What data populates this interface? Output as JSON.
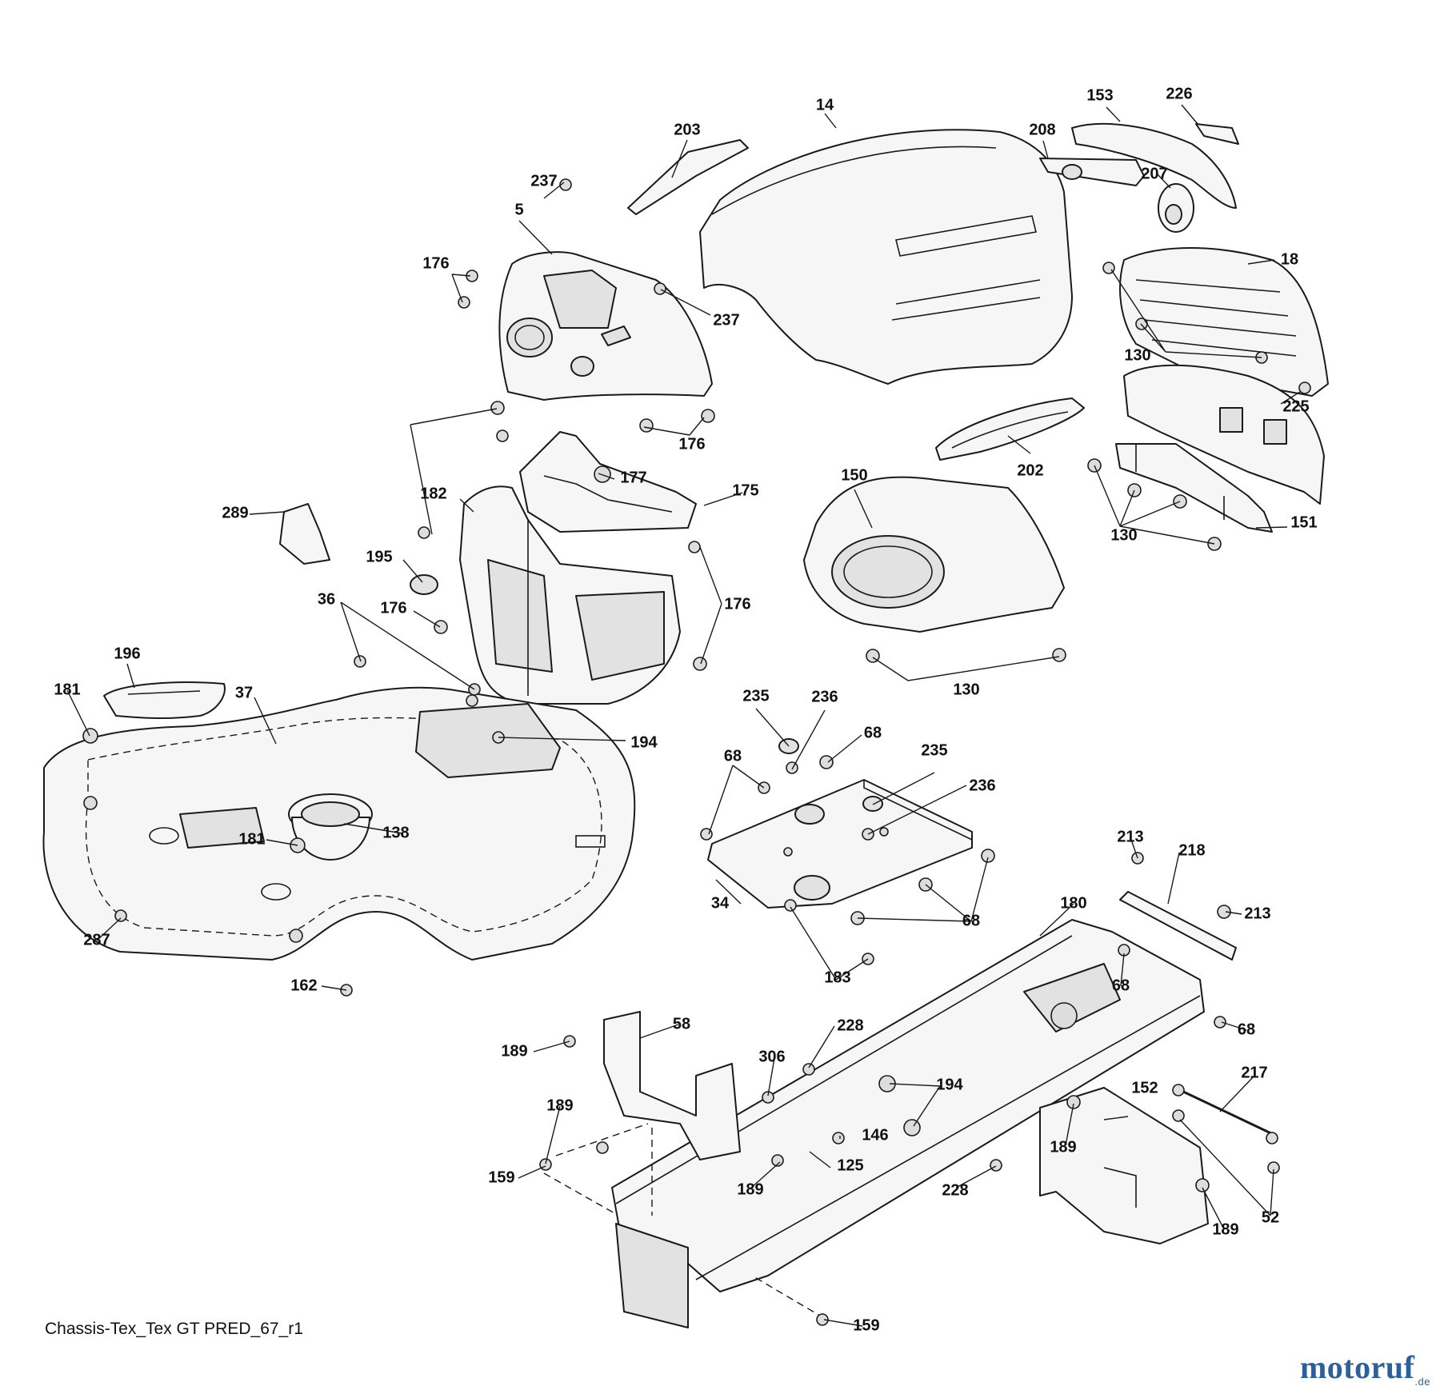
{
  "diagram": {
    "drawing_id": "Chassis-Tex_Tex GT PRED_67_r1",
    "callouts": [
      "14",
      "203",
      "237",
      "5",
      "176",
      "237",
      "153",
      "226",
      "208",
      "207",
      "18",
      "130",
      "225",
      "202",
      "150",
      "130",
      "151",
      "130",
      "176",
      "177",
      "175",
      "182",
      "289",
      "195",
      "176",
      "176",
      "36",
      "196",
      "181",
      "37",
      "194",
      "235",
      "236",
      "68",
      "68",
      "235",
      "236",
      "34",
      "68",
      "183",
      "181",
      "138",
      "287",
      "162",
      "213",
      "218",
      "180",
      "213",
      "68",
      "68",
      "58",
      "228",
      "189",
      "306",
      "194",
      "189",
      "146",
      "159",
      "125",
      "189",
      "228",
      "152",
      "217",
      "189",
      "189",
      "52",
      "159"
    ]
  },
  "watermark": {
    "brand": "motoruf",
    "suffix": ".de"
  }
}
